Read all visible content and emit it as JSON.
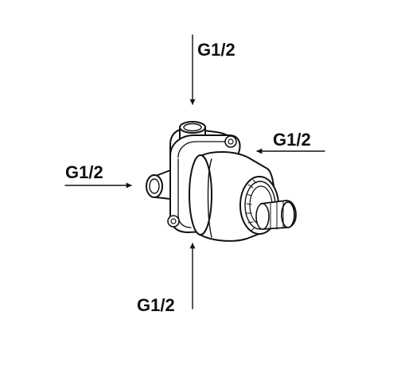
{
  "labels": {
    "top": "G1/2",
    "right": "G1/2",
    "left": "G1/2",
    "bottom": "G1/2"
  },
  "colors": {
    "ink": "#111111",
    "background": "#ffffff"
  }
}
